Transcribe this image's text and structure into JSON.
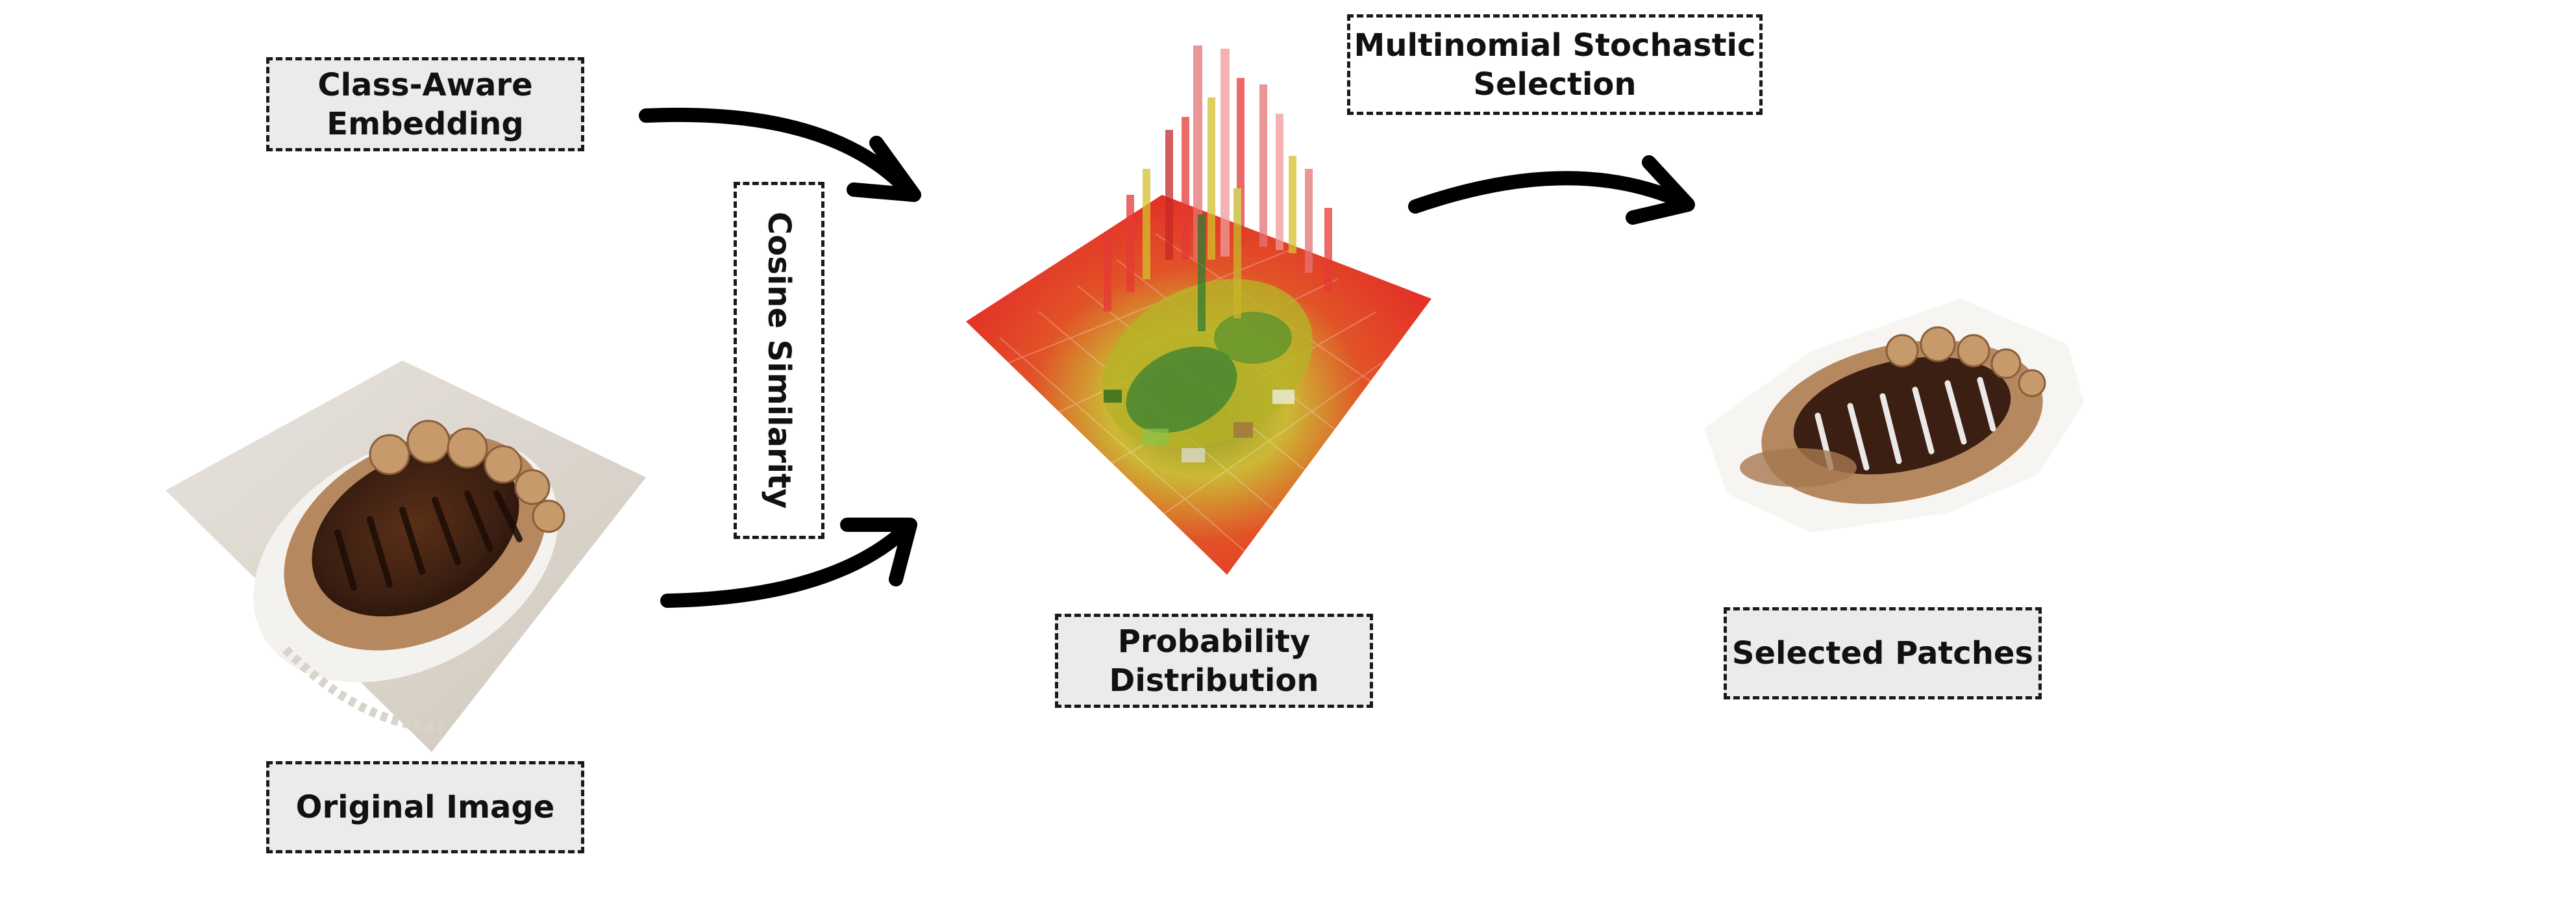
{
  "labels": {
    "class_aware_embedding": "Class-Aware\nEmbedding",
    "cosine_similarity": "Cosine Similarity",
    "multinomial_stochastic_selection": "Multinomial Stochastic\nSelection",
    "original_image": "Original Image",
    "probability_distribution": "Probability\nDistribution",
    "selected_patches": "Selected Patches"
  },
  "colors": {
    "box_fill": "#ebebeb",
    "box_border": "#1a1a1a",
    "arrow": "#000000",
    "heat_red": "#e2261c",
    "heat_yellow": "#d9c52a",
    "heat_green": "#2e7d32",
    "frosting": "#b58860",
    "chocolate": "#3b1f12",
    "plate": "#f2efe9"
  },
  "icons": {
    "arrow": "curved-arrow-icon"
  }
}
